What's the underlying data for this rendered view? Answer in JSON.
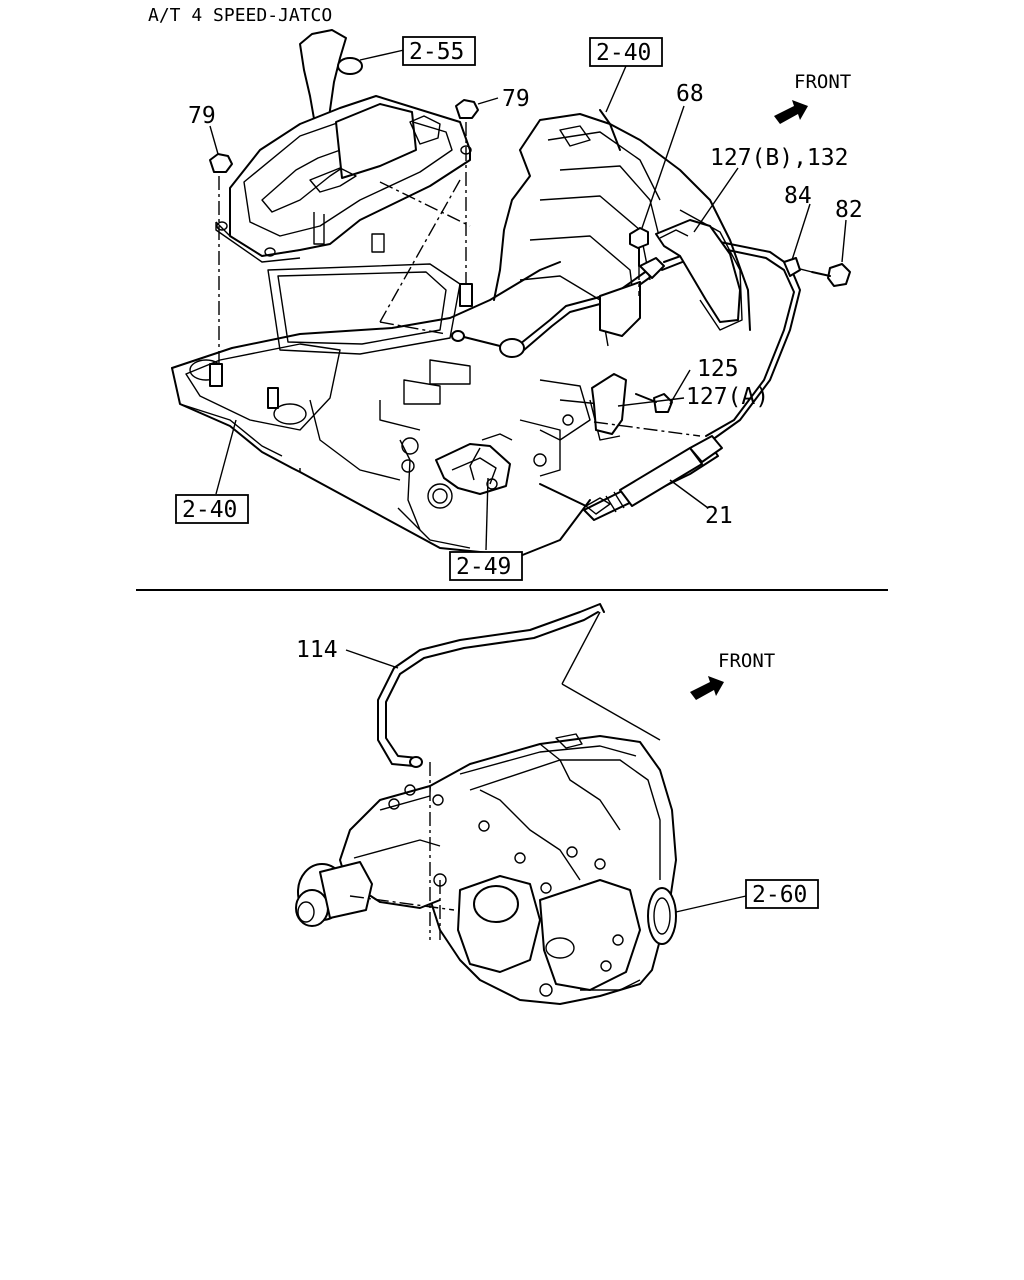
{
  "title": "A/T 4 SPEED-JATCO",
  "upper_view": {
    "front_label": "FRONT",
    "boxed_refs": {
      "shift_knob": "2-55",
      "transmission": "2-40",
      "floor_panel": "2-40",
      "shift_linkage": "2-49"
    },
    "callouts": {
      "nut_left": "79",
      "nut_right": "79",
      "bolt_top": "68",
      "bracket_b": "127(B),132",
      "clip": "84",
      "bolt_right": "82",
      "bolt_mid": "125",
      "bracket_a": "127(A)",
      "cable": "21"
    }
  },
  "lower_view": {
    "front_label": "FRONT",
    "boxed_refs": {
      "transfer_case": "2-60"
    },
    "callouts": {
      "breather_hose": "114"
    }
  }
}
